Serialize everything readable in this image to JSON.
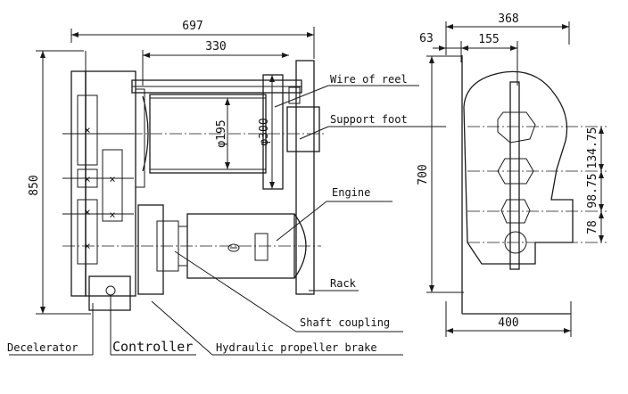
{
  "dimensions": {
    "overall_width": "697",
    "drum_length": "330",
    "overall_height": "850",
    "drum_diameter": "φ195",
    "flange_diameter": "φ300",
    "side_width": "368",
    "offset_left": "63",
    "offset_mid": "155",
    "side_height": "700",
    "gap1": "134.75",
    "gap2": "98.75",
    "gap3": "78",
    "base_width": "400"
  },
  "labels": {
    "wire_of_reel": "Wire of reel",
    "support_foot": "Support foot",
    "engine": "Engine",
    "rack": "Rack",
    "shaft_coupling": "Shaft coupling",
    "decelerator": "Decelerator",
    "controller": "Controller",
    "brake": "Hydraulic propeller brake"
  }
}
